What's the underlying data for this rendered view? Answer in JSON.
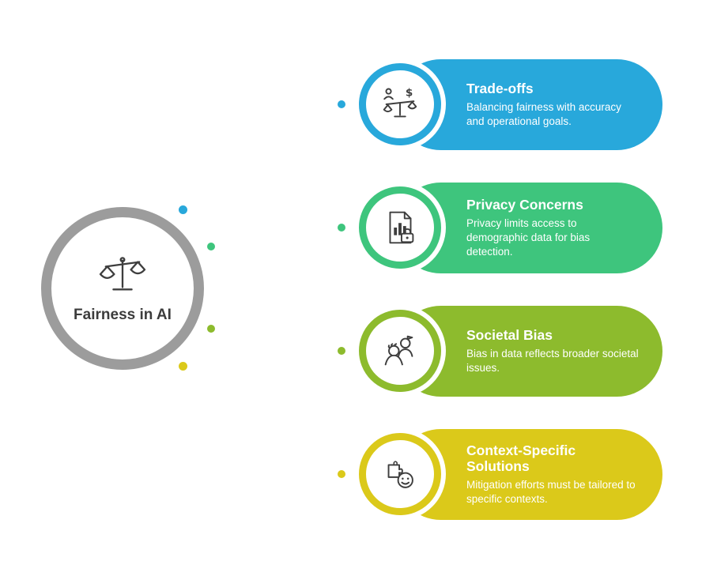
{
  "hub": {
    "label": "Fairness in AI",
    "icon": "balance-scale-icon",
    "ring_color": "#9c9c9c",
    "text_color": "#3c3c3c"
  },
  "icon_stroke_color": "#3e3e3e",
  "items": [
    {
      "title": "Trade-offs",
      "description": "Balancing fairness with accuracy and operational goals.",
      "color": "#28a8db",
      "icon": "balance-person-dollar-icon"
    },
    {
      "title": "Privacy Concerns",
      "description": "Privacy limits access to demographic data for bias detection.",
      "color": "#3ec57d",
      "icon": "document-chart-lock-icon"
    },
    {
      "title": "Societal Bias",
      "description": "Bias in data reflects broader societal issues.",
      "color": "#8dbb2d",
      "icon": "two-people-icon"
    },
    {
      "title": "Context-Specific Solutions",
      "description": "Mitigation efforts must be tailored to specific contexts.",
      "color": "#dbc91a",
      "icon": "puzzle-smiley-icon"
    }
  ]
}
